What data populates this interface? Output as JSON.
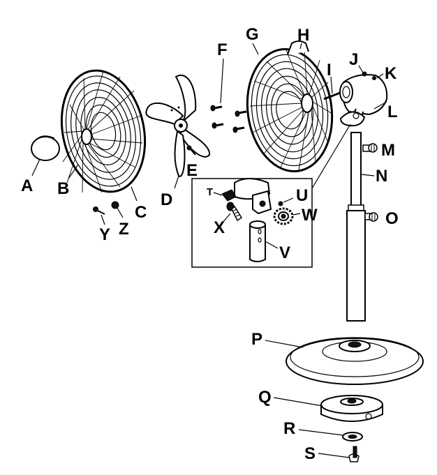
{
  "labels": {
    "A": "A",
    "B": "B",
    "C": "C",
    "D": "D",
    "E": "E",
    "F": "F",
    "G": "G",
    "H": "H",
    "I": "I",
    "J": "J",
    "K": "K",
    "L": "L",
    "M": "M",
    "N": "N",
    "O": "O",
    "P": "P",
    "Q": "Q",
    "R": "R",
    "S": "S",
    "T": "T",
    "U": "U",
    "V": "V",
    "W": "W",
    "X": "X",
    "Y": "Y",
    "Z": "Z"
  },
  "colors": {
    "line": "#000000",
    "background": "#ffffff"
  }
}
